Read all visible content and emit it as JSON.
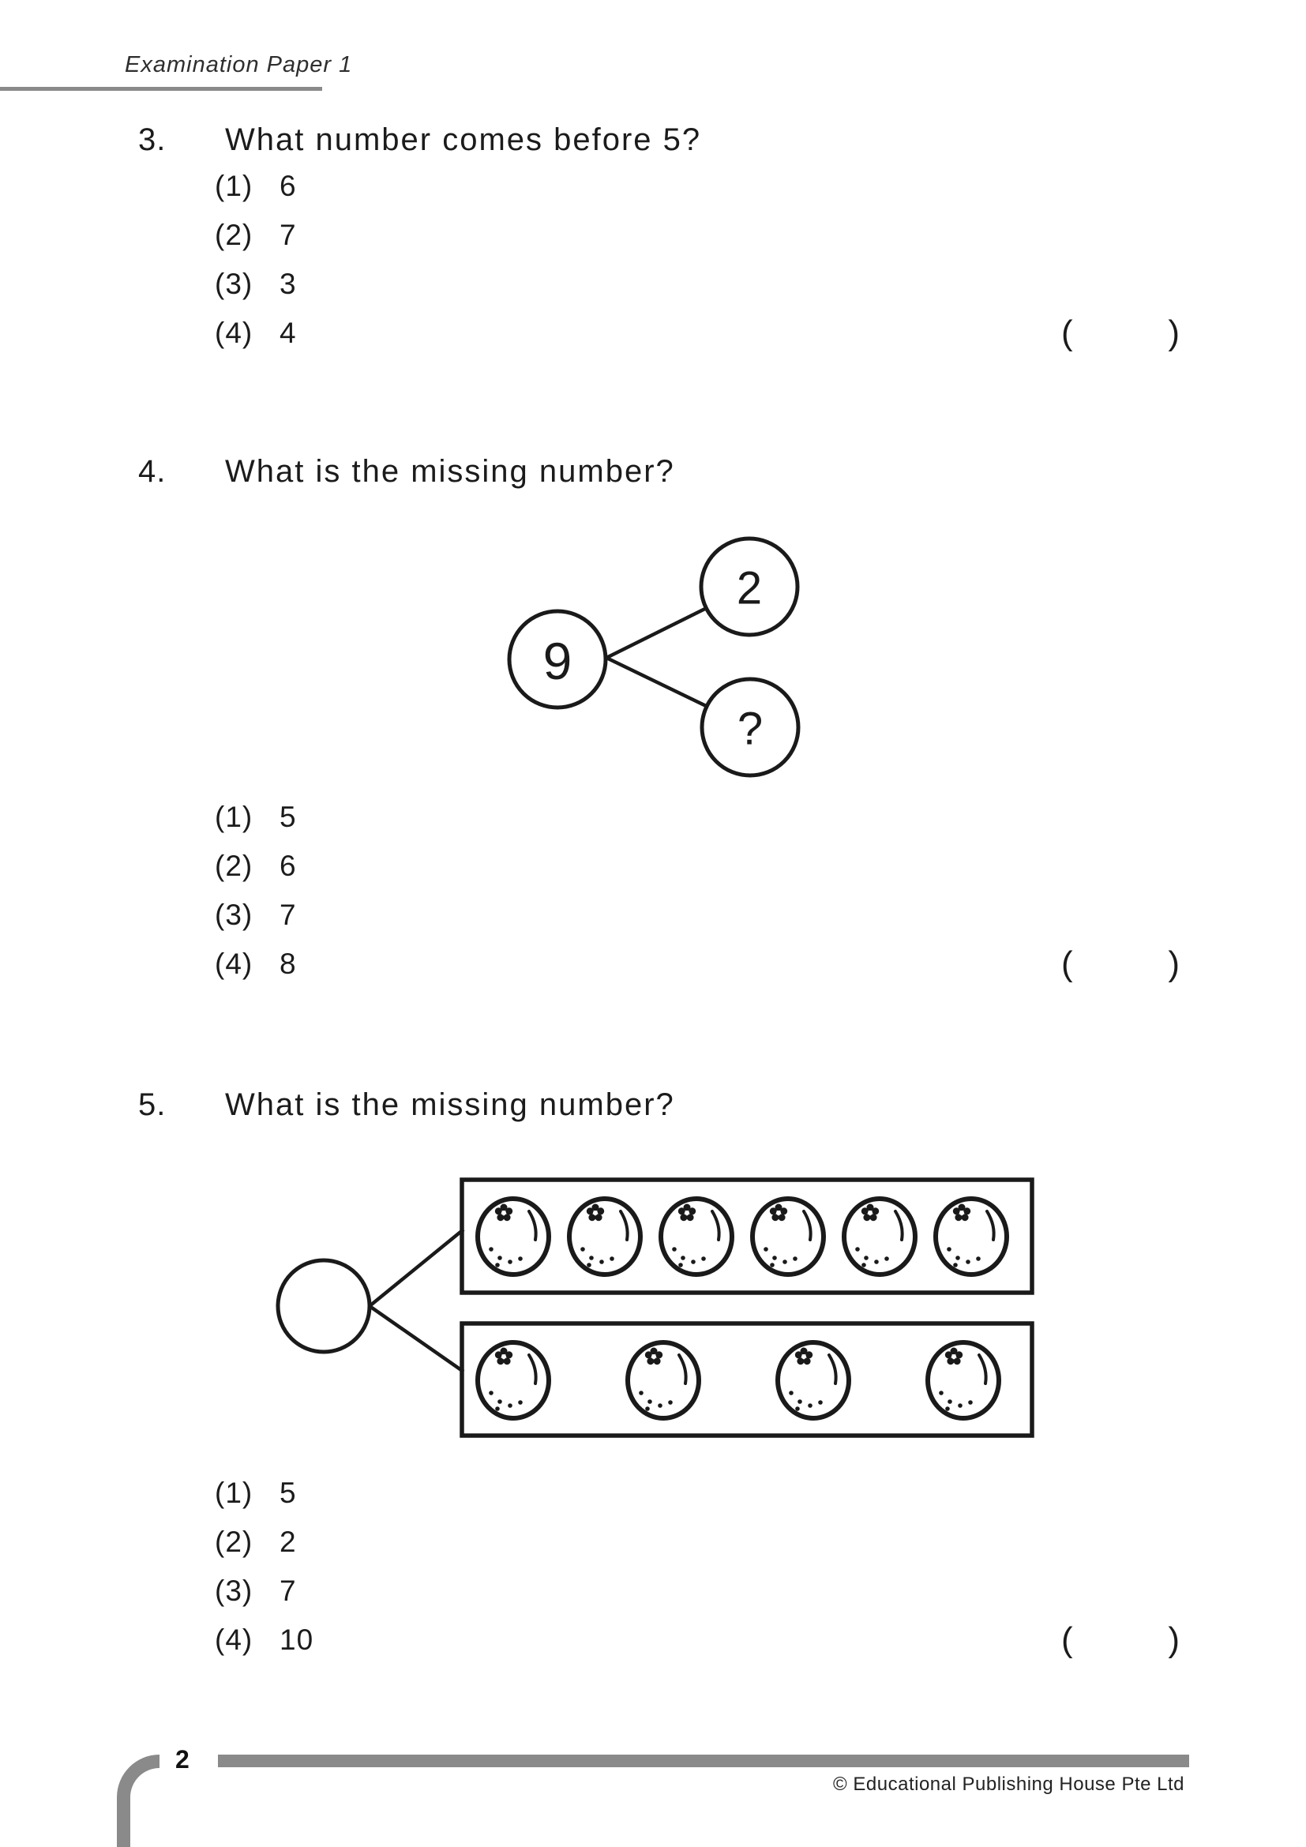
{
  "header": {
    "title": "Examination Paper 1"
  },
  "questions": [
    {
      "number": "3.",
      "text": "What number comes before 5?",
      "options": [
        {
          "label": "(1)",
          "value": "6"
        },
        {
          "label": "(2)",
          "value": "7"
        },
        {
          "label": "(3)",
          "value": "3"
        },
        {
          "label": "(4)",
          "value": "4"
        }
      ],
      "bracket_open": "(",
      "bracket_close": ")"
    },
    {
      "number": "4.",
      "text": "What is the missing number?",
      "diagram": {
        "type": "number-bond",
        "whole": "9",
        "parts": [
          "2",
          "?"
        ]
      },
      "options": [
        {
          "label": "(1)",
          "value": "5"
        },
        {
          "label": "(2)",
          "value": "6"
        },
        {
          "label": "(3)",
          "value": "7"
        },
        {
          "label": "(4)",
          "value": "8"
        }
      ],
      "bracket_open": "(",
      "bracket_close": ")"
    },
    {
      "number": "5.",
      "text": "What is the missing number?",
      "diagram": {
        "type": "part-whole-pictorial",
        "whole_label": "",
        "groups": [
          {
            "item": "orange",
            "count": 6
          },
          {
            "item": "orange",
            "count": 4
          }
        ]
      },
      "options": [
        {
          "label": "(1)",
          "value": "5"
        },
        {
          "label": "(2)",
          "value": "2"
        },
        {
          "label": "(3)",
          "value": "7"
        },
        {
          "label": "(4)",
          "value": "10"
        }
      ],
      "bracket_open": "(",
      "bracket_close": ")"
    }
  ],
  "footer": {
    "page_number": "2",
    "copyright": "© Educational Publishing House Pte Ltd"
  },
  "colors": {
    "accent_gray": "#8a8a8a",
    "ink": "#1b1b1b"
  }
}
